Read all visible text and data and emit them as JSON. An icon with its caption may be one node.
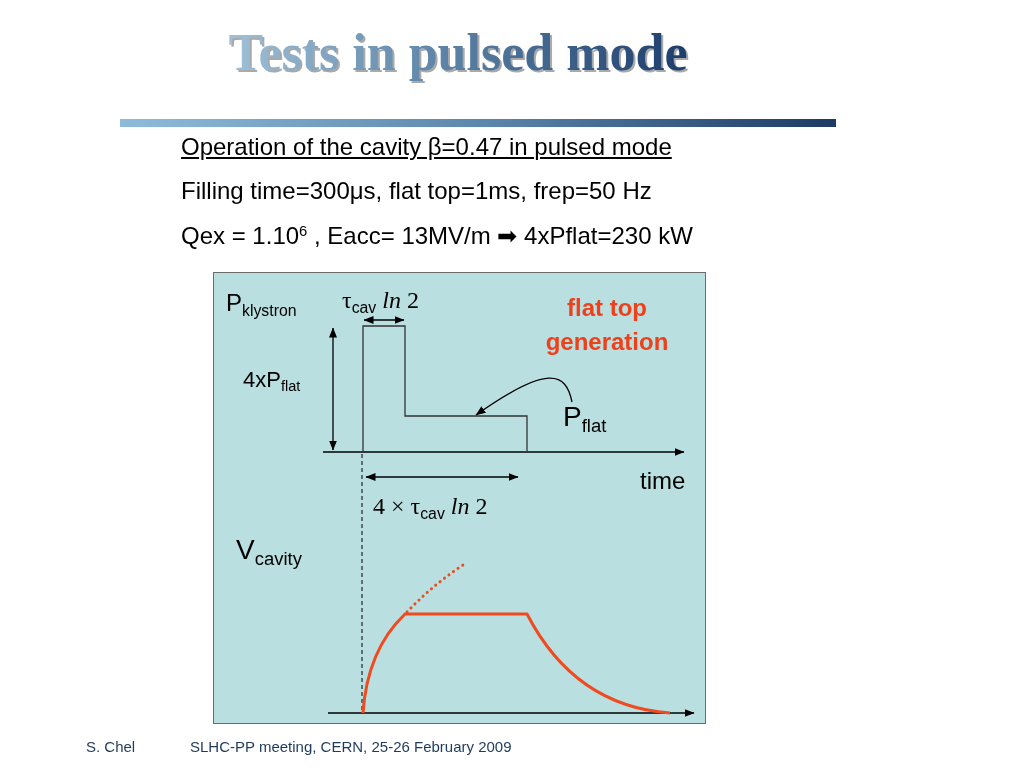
{
  "diagram": {
    "title": "Tests in pulsed mode",
    "nodes": [
      {
        "text": [
          "P$_{flat}$"
        ]
      },
      {
        "text": [],
        "shape": "line"
      }
    ],
    "edges": [
      {
        "from": 0,
        "to": 1,
        "arrow": "to"
      }
    ],
    "labels": [
      "Operation of the cavity β=0.47 in pulsed mode",
      "Filling time=300μs, flat top=1ms, frep=50 Hz",
      "Qex = 1.10$^{6}$ , Eacc= 13MV/m ➡ 4xPflat=230 kW",
      "P$_{klystron}$",
      "τ$_{cav}$ *ln* 2",
      "flat top generation",
      "4xP$_{flat}$",
      "time",
      "4 × τ$_{cav}$ *ln* 2",
      "V$_{cavity}$",
      "S. Chel",
      "SLHC-PP meeting, CERN, 25-26 February 2009"
    ]
  }
}
